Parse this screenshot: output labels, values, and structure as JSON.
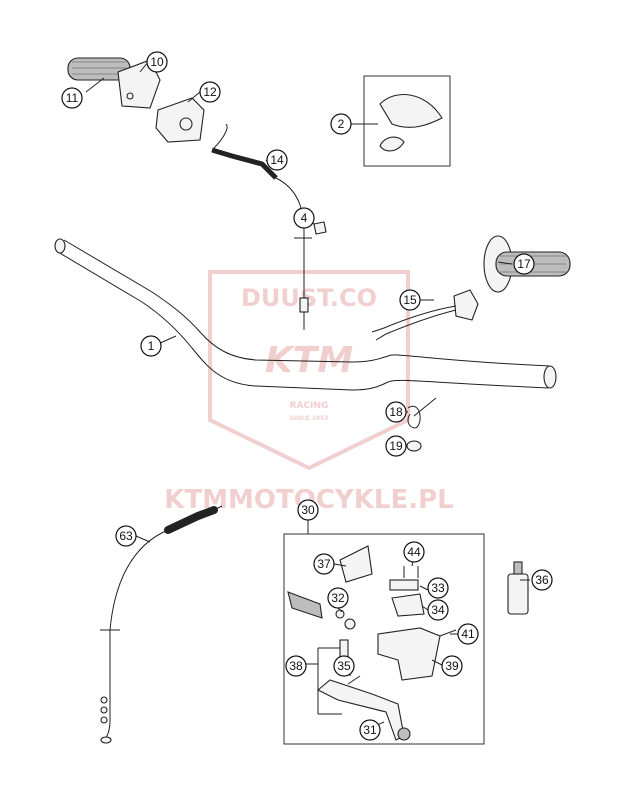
{
  "watermark": {
    "brand_top": "DUUST.CO",
    "logo": "KTM",
    "racing": "RACING",
    "since": "SINCE 1953",
    "site": "KTMMOTOCYKLE.PL",
    "color": "#e6a8a8"
  },
  "callouts": [
    {
      "id": "1",
      "label": "1"
    },
    {
      "id": "2",
      "label": "2"
    },
    {
      "id": "4",
      "label": "4"
    },
    {
      "id": "10",
      "label": "10"
    },
    {
      "id": "11",
      "label": "11"
    },
    {
      "id": "12",
      "label": "12"
    },
    {
      "id": "14",
      "label": "14"
    },
    {
      "id": "15",
      "label": "15"
    },
    {
      "id": "17",
      "label": "17"
    },
    {
      "id": "18",
      "label": "18"
    },
    {
      "id": "19",
      "label": "19"
    },
    {
      "id": "30",
      "label": "30"
    },
    {
      "id": "31",
      "label": "31"
    },
    {
      "id": "32",
      "label": "32"
    },
    {
      "id": "33",
      "label": "33"
    },
    {
      "id": "34",
      "label": "34"
    },
    {
      "id": "35",
      "label": "35"
    },
    {
      "id": "36",
      "label": "36"
    },
    {
      "id": "37",
      "label": "37"
    },
    {
      "id": "38",
      "label": "38"
    },
    {
      "id": "39",
      "label": "39"
    },
    {
      "id": "41",
      "label": "41"
    },
    {
      "id": "44",
      "label": "44"
    },
    {
      "id": "63",
      "label": "63"
    }
  ]
}
